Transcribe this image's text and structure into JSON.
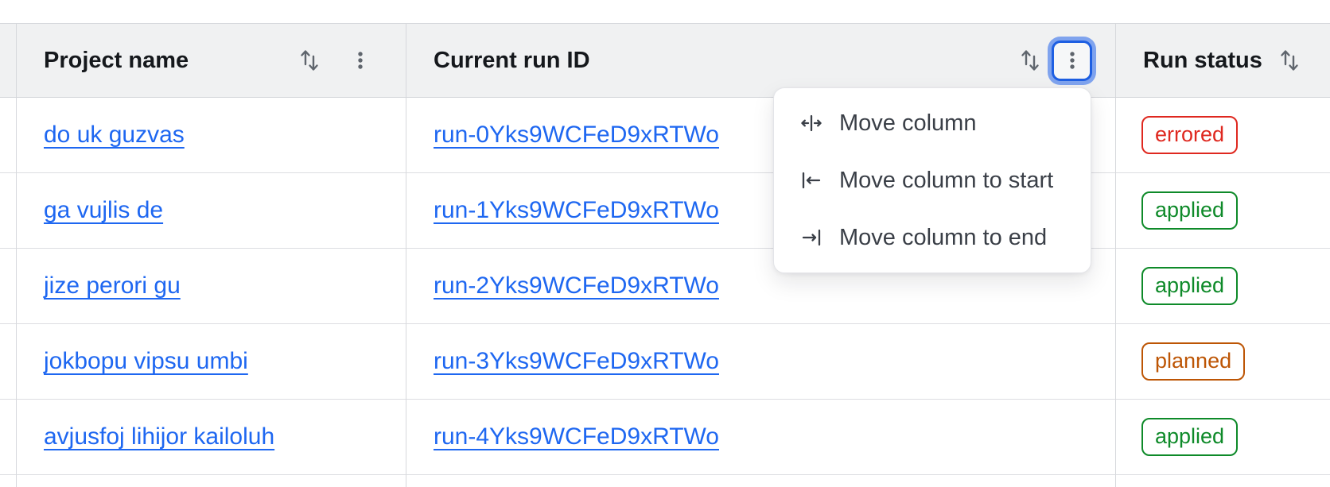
{
  "table": {
    "columns": [
      {
        "label": "Project name"
      },
      {
        "label": "Current run ID"
      },
      {
        "label": "Run status"
      }
    ],
    "rows": [
      {
        "project_name": "do uk guzvas",
        "run_id": "run-0Yks9WCFeD9xRTWo",
        "status": "errored"
      },
      {
        "project_name": "ga vujlis de",
        "run_id": "run-1Yks9WCFeD9xRTWo",
        "status": "applied"
      },
      {
        "project_name": "jize perori gu",
        "run_id": "run-2Yks9WCFeD9xRTWo",
        "status": "applied"
      },
      {
        "project_name": "jokbopu vipsu umbi",
        "run_id": "run-3Yks9WCFeD9xRTWo",
        "status": "planned"
      },
      {
        "project_name": "avjusfoj lihijor kailoluh",
        "run_id": "run-4Yks9WCFeD9xRTWo",
        "status": "applied"
      }
    ]
  },
  "column_menu": {
    "items": [
      {
        "icon": "move-column-icon",
        "label": "Move column"
      },
      {
        "icon": "move-column-start-icon",
        "label": "Move column to start"
      },
      {
        "icon": "move-column-end-icon",
        "label": "Move column to end"
      }
    ]
  },
  "colors": {
    "link_blue": "#1e67f1",
    "status_errored": "#df281f",
    "status_applied": "#0e8a29",
    "status_planned": "#bd5504",
    "focus_border": "#1e5fe2",
    "focus_halo": "#7fa3ee",
    "header_bg": "#f0f1f2"
  }
}
